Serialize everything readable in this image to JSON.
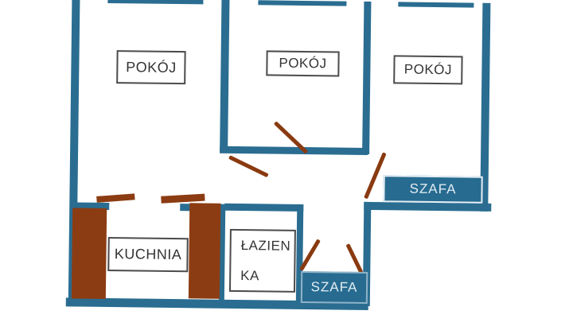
{
  "plan": {
    "type": "apartment-floor-plan",
    "language": "pl",
    "rooms": [
      {
        "id": "pokoj-1",
        "label": "POKÓJ"
      },
      {
        "id": "pokoj-2",
        "label": "POKÓJ"
      },
      {
        "id": "pokoj-3",
        "label": "POKÓJ"
      },
      {
        "id": "kuchnia",
        "label": "KUCHNIA"
      }
    ],
    "bathroom": {
      "id": "lazienka",
      "label": "ŁAZIENKA",
      "label_line1": "ŁAZIEN",
      "label_line2": "KA"
    },
    "wardrobes": [
      {
        "id": "szafa-right",
        "label": "SZAFA"
      },
      {
        "id": "szafa-bottom",
        "label": "SZAFA"
      }
    ]
  },
  "colors": {
    "wall": "#2a6d91",
    "wardrobe_fill": "#276b90",
    "wardrobe_text": "#e3edf4",
    "wardrobe_border": "#e6eff5",
    "furniture_brown": "#8c3c12",
    "door_brown": "#8a3a10",
    "label_border": "#4b4b4b",
    "label_text": "#333333",
    "background": "#ffffff"
  }
}
